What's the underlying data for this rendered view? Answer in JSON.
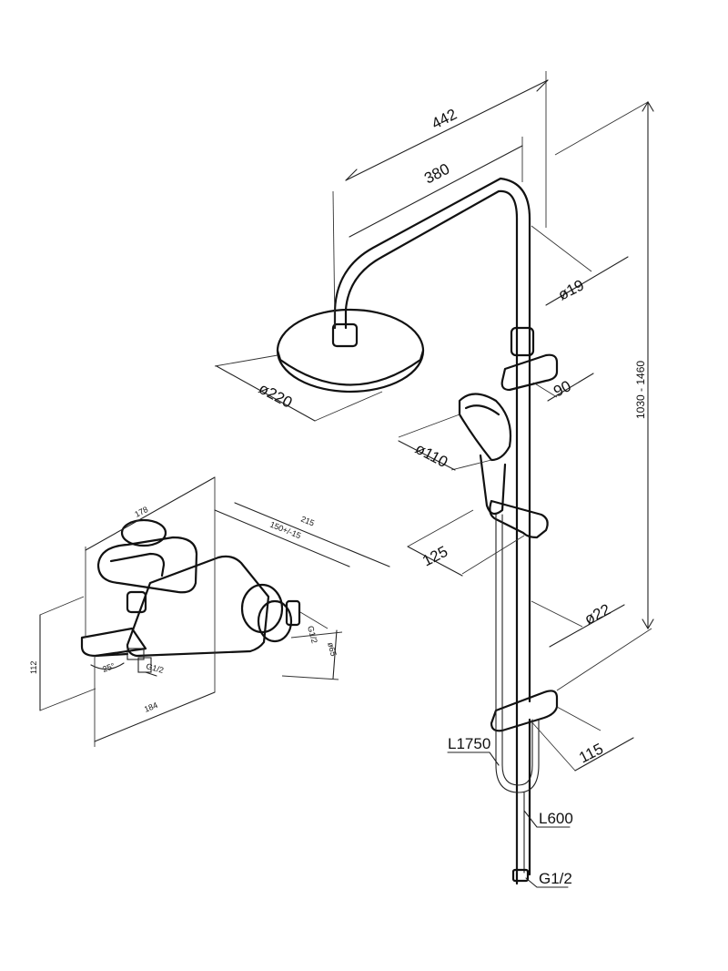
{
  "dimensions": {
    "d442": "442",
    "d380": "380",
    "d19": "ø19",
    "d1030": "1030 - 1460",
    "d90": "90",
    "d220": "ø220",
    "d110": "ø110",
    "d125": "125",
    "d22": "ø22",
    "d115": "115",
    "L1750": "L1750",
    "L600": "L600",
    "G12": "G1/2"
  },
  "mixer_dimensions": {
    "d178": "178",
    "d215": "215",
    "d150": "150+/-15",
    "g12": "G1/2",
    "d65": "ø65",
    "d112": "112",
    "d25": "25°",
    "g12b": "G1/2",
    "d184": "184"
  }
}
